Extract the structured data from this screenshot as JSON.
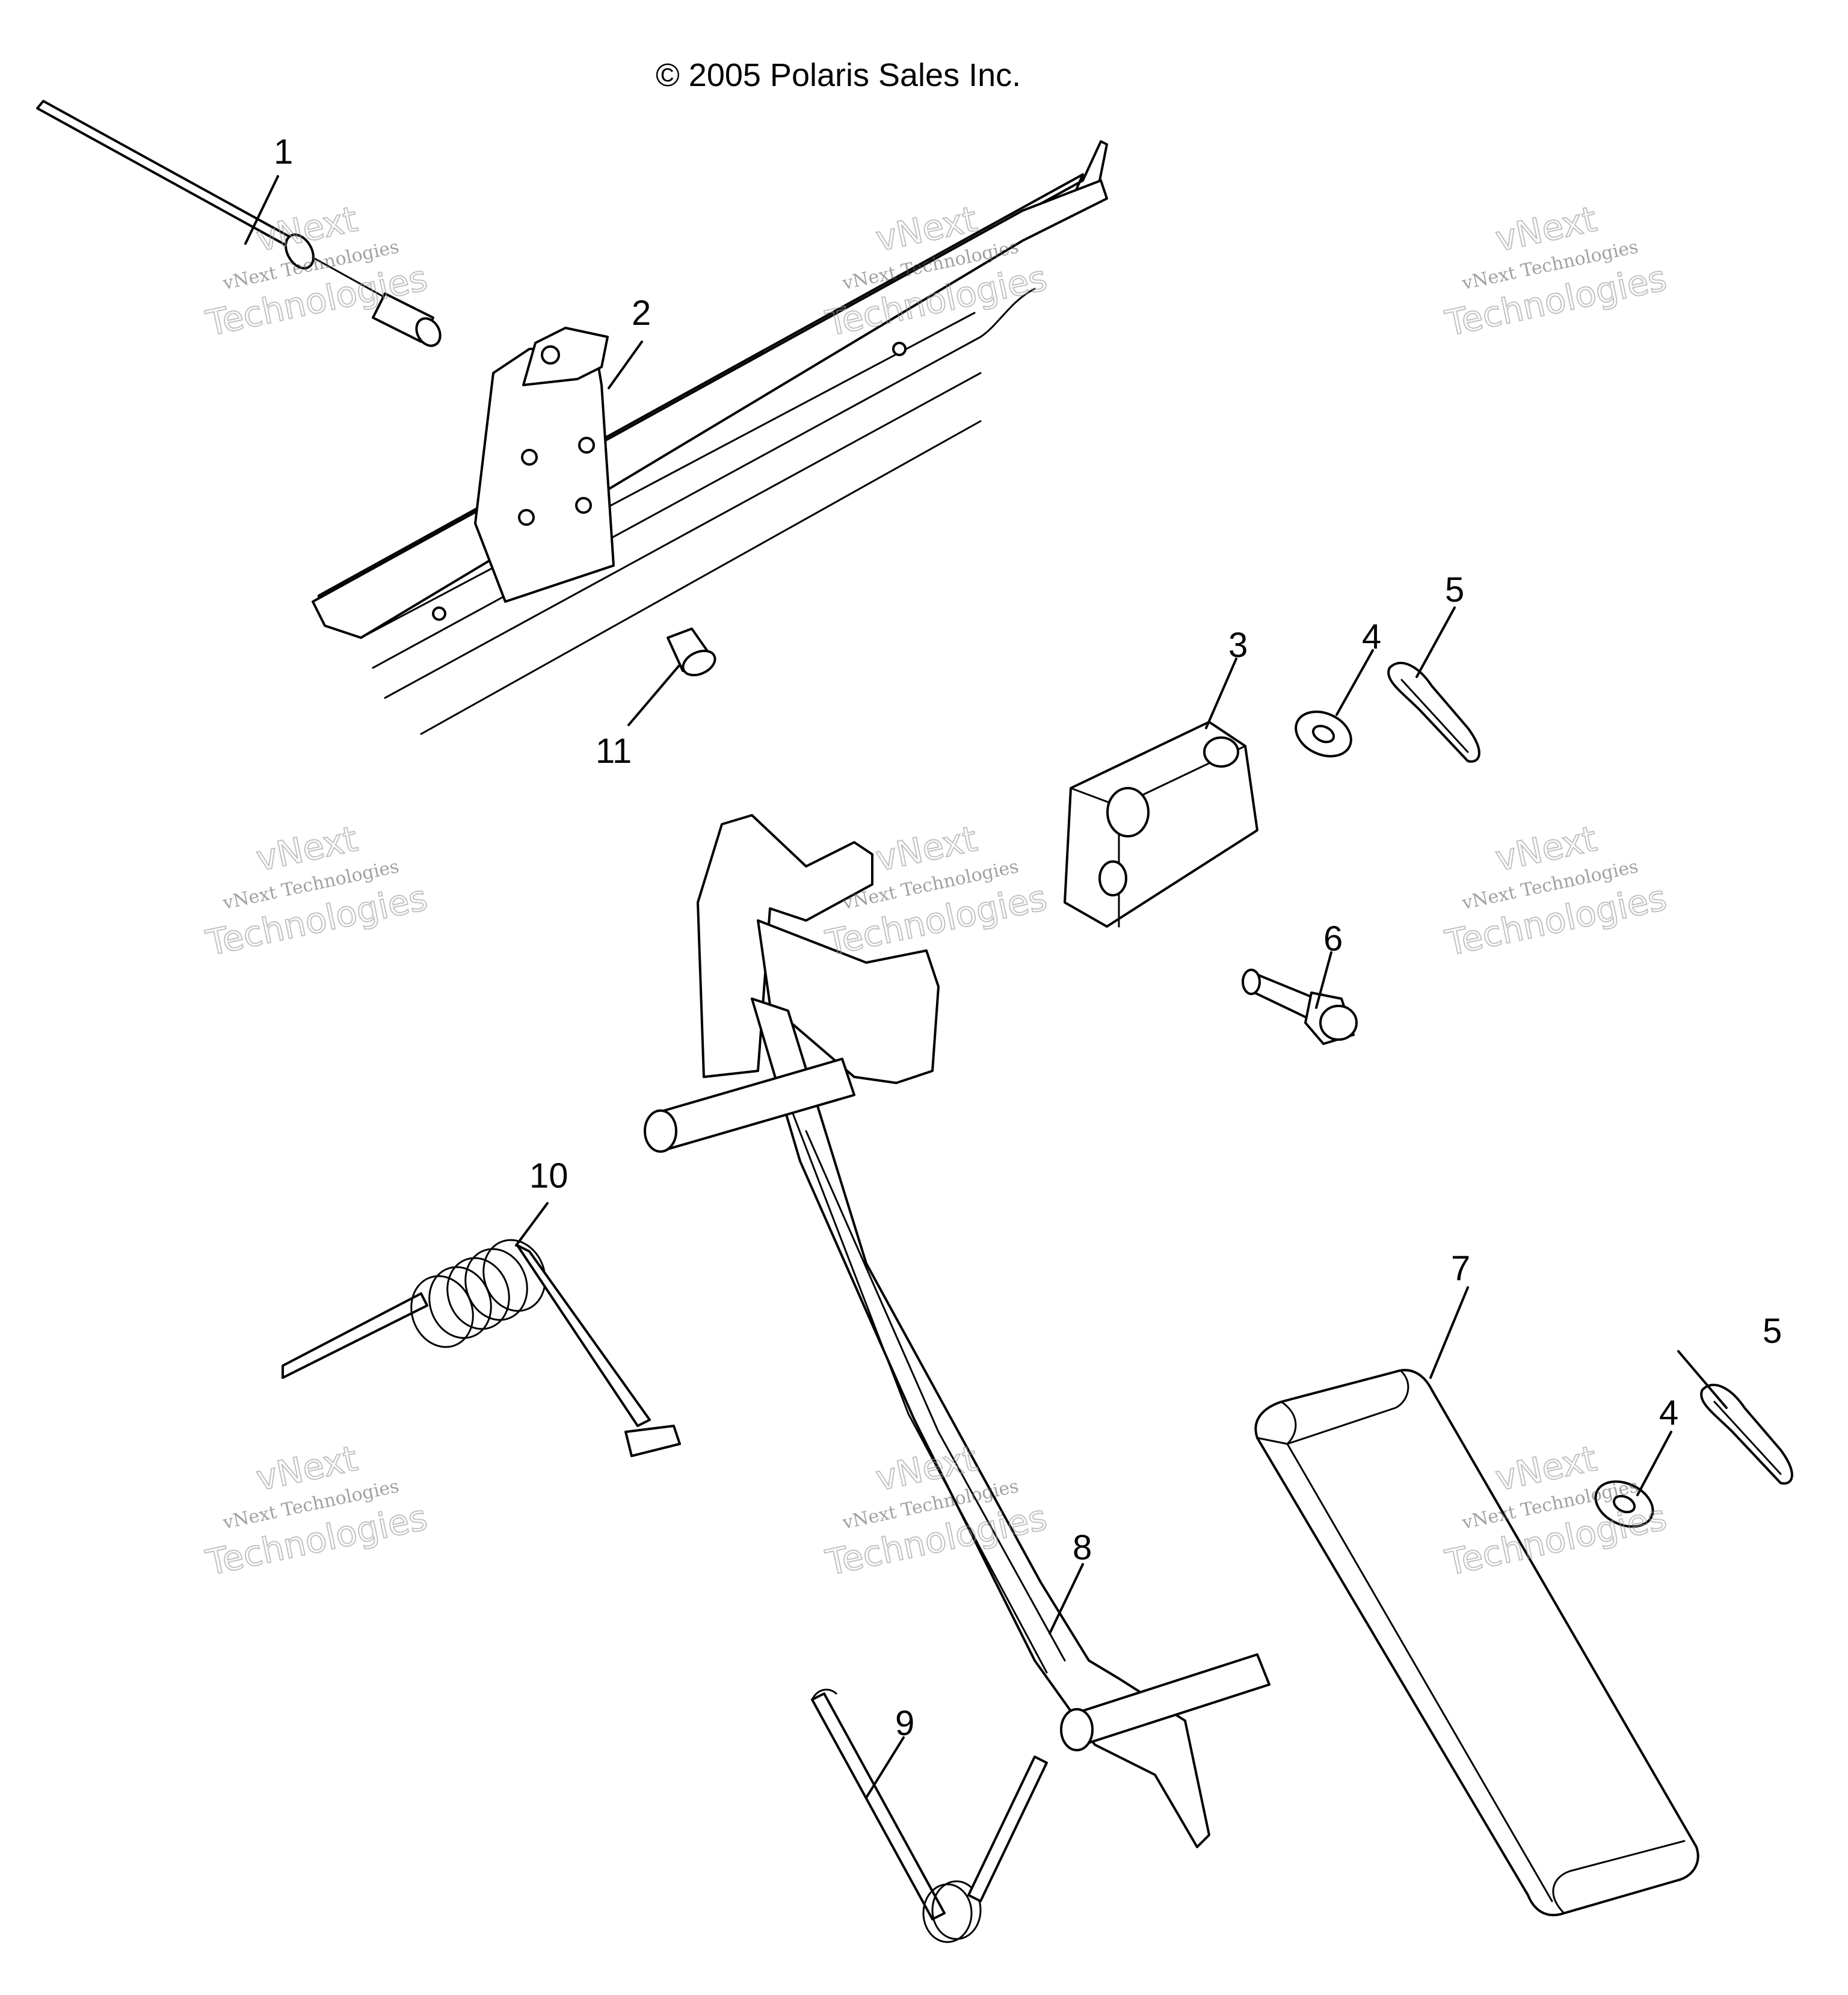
{
  "copyright": "© 2005 Polaris Sales Inc.",
  "watermark": {
    "line1": "vNext",
    "line2": "vNext Technologies",
    "line3": "Technologies"
  },
  "callouts": [
    "1",
    "2",
    "3",
    "4",
    "5",
    "6",
    "7",
    "8",
    "9",
    "10",
    "11"
  ]
}
